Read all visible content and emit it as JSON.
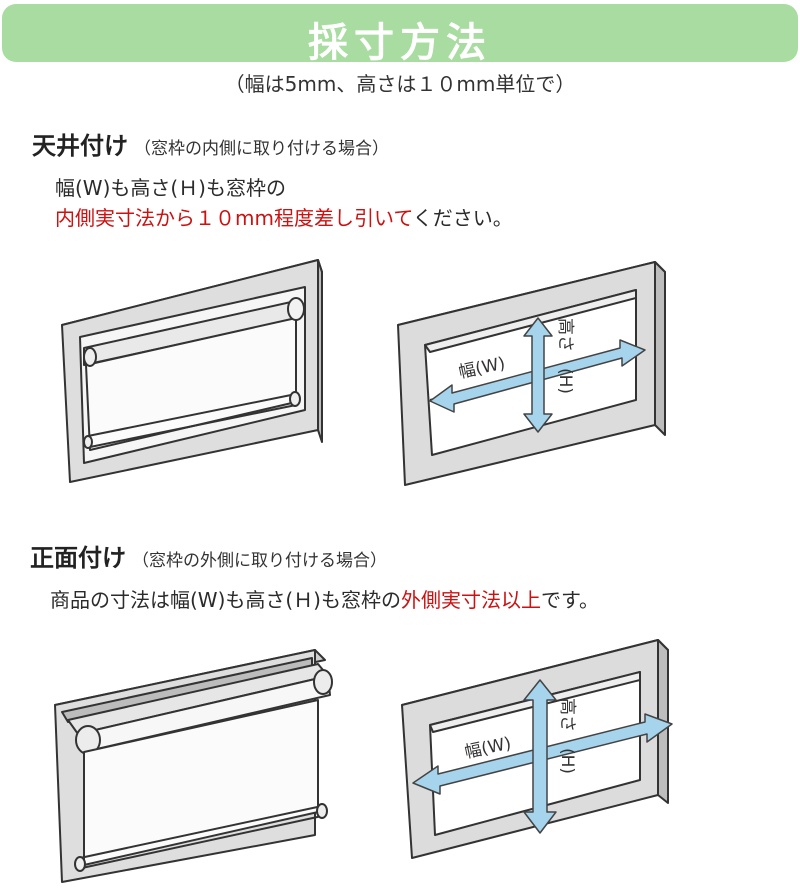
{
  "header": {
    "title": "採寸方法",
    "note": "（幅は5mm、高さは１０mm単位で）"
  },
  "section_inside": {
    "title": "天井付け",
    "note": "（窓枠の内側に取り付ける場合）",
    "line1": "幅(W)も高さ(Ｈ)も窓枠の",
    "line2_red": "内側実寸法から１０mm程度差し引いて",
    "line2_rest": "ください。"
  },
  "section_outside": {
    "title": "正面付け",
    "note": "（窓枠の外側に取り付ける場合）",
    "line_pre": "商品の寸法は幅(W)も高さ(Ｈ)も窓枠の",
    "line_red": "外側実寸法以上",
    "line_post": "です。"
  },
  "labels": {
    "width": "幅(W)",
    "height_top": "高さ",
    "height_h": "(H)"
  },
  "colors": {
    "banner": "#a8dca0",
    "accent_red": "#cc1111",
    "arrow": "#a6d4ec",
    "frame": "#dcdcdc"
  }
}
